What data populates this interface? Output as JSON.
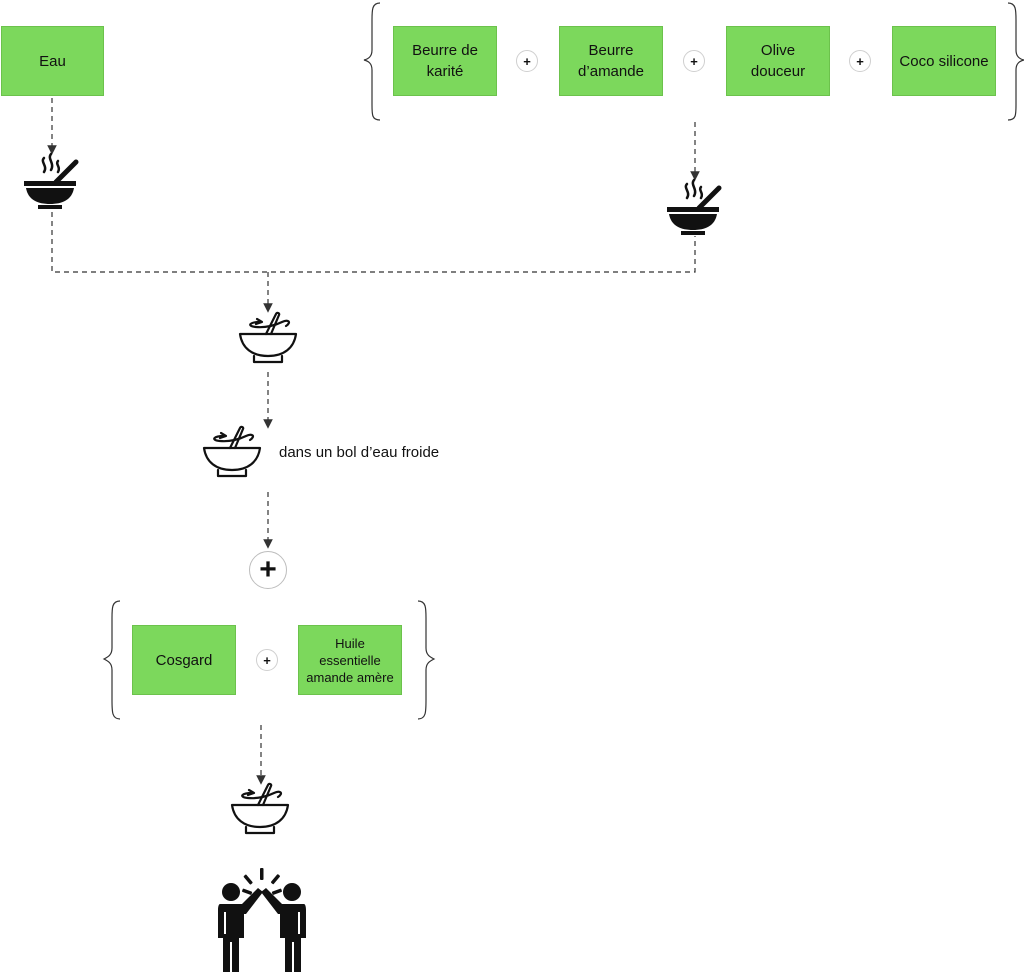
{
  "nodes": {
    "eau": "Eau",
    "beurre_karite": "Beurre de\nkarité",
    "beurre_amande": "Beurre\nd’amande",
    "olive_douceur": "Olive\ndouceur",
    "coco_silicone": "Coco silicone",
    "cosgard": "Cosgard",
    "huile_essentielle": "Huile\nessentielle\namande amère"
  },
  "symbols": {
    "plus": "+"
  },
  "note": "dans un bol d’eau froide",
  "icons": [
    "heating-bowl-icon",
    "mixing-bowl-icon",
    "high-five-icon"
  ],
  "colors": {
    "box_fill": "#7cd85c",
    "line": "#333333",
    "icon": "#111111"
  }
}
